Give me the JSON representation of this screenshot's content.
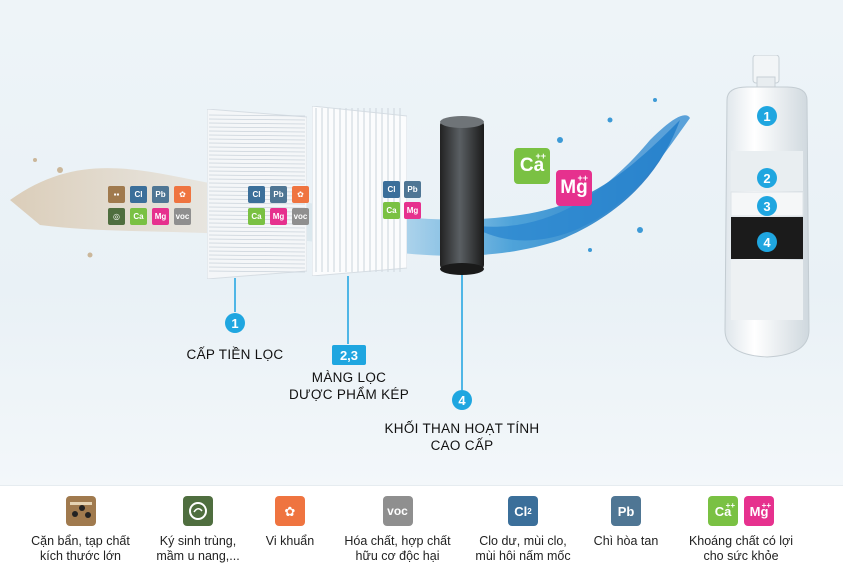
{
  "colors": {
    "accent": "#1fa6e0",
    "ca_green": "#7ac143",
    "mg_pink": "#e6318e",
    "cl_blue": "#3b6f9a",
    "pb_blue": "#4f7694",
    "voc_grey": "#8f8f8f",
    "bacteria_orange": "#ef7440",
    "parasite_green": "#4f6e3f",
    "sediment_brown": "#a07a4e"
  },
  "stages": {
    "s1": {
      "number": "1",
      "label": "CẤP TIỀN LỌC"
    },
    "s23": {
      "number": "2,3",
      "line1": "MÀNG LỌC",
      "line2": "DƯỢC PHẨM KÉP"
    },
    "s4": {
      "number": "4",
      "line1": "KHỐI THAN HOẠT TÍNH",
      "line2": "CAO CẤP"
    }
  },
  "cartridge": {
    "labels": [
      "1",
      "2",
      "3",
      "4"
    ]
  },
  "symbols": {
    "cl": "Cl",
    "cl_sub": "2",
    "pb": "Pb",
    "voc": "voc",
    "ca": "Ca",
    "ca_sup": "++",
    "mg": "Mg",
    "mg_sup": "++"
  },
  "legend": [
    {
      "icon": "sediment-icon",
      "line1": "Cặn bẩn, tạp chất",
      "line2": "kích thước lớn"
    },
    {
      "icon": "parasite-icon",
      "line1": "Ký sinh trùng,",
      "line2": "mầm u nang,..."
    },
    {
      "icon": "bacteria-icon",
      "line1": "Vi khuẩn",
      "line2": ""
    },
    {
      "icon": "voc-icon",
      "line1": "Hóa chất, hợp chất",
      "line2": "hữu cơ độc hại"
    },
    {
      "icon": "chlorine-icon",
      "line1": "Clo dư, mùi clo,",
      "line2": "mùi hôi nấm mốc"
    },
    {
      "icon": "lead-icon",
      "line1": "Chì hòa tan",
      "line2": ""
    },
    {
      "icon": "minerals-icon",
      "line1": "Khoáng chất có lợi",
      "line2": "cho sức khỏe"
    }
  ]
}
